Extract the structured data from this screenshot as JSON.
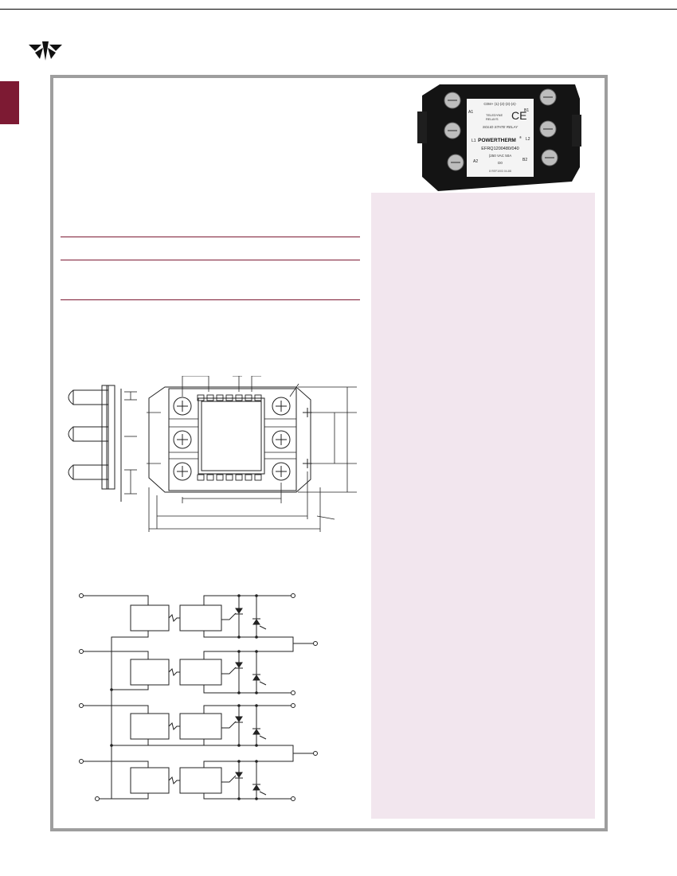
{
  "colors": {
    "brand": "#7d1a33",
    "frame": "#9e9e9e",
    "panel": "#f2e6ee"
  },
  "product_label": {
    "code_line": "C0M+ (1)-(2)-(3)-(4)-",
    "brand_line1": "TELEDYNE",
    "brand_line2": "RELAYS",
    "mark": "CE",
    "type_line": "SOLID STATE RELAY",
    "brand_name": "POWERTHERM",
    "trademark": "®",
    "part_number": "EFRQ1200480/040",
    "rating": "(250 VAC  50A",
    "small_code": "D0",
    "footer_line": "8 REF1003 04-88",
    "terminals": [
      "A1",
      "B1",
      "L1",
      "L2",
      "A2",
      "B2"
    ]
  }
}
